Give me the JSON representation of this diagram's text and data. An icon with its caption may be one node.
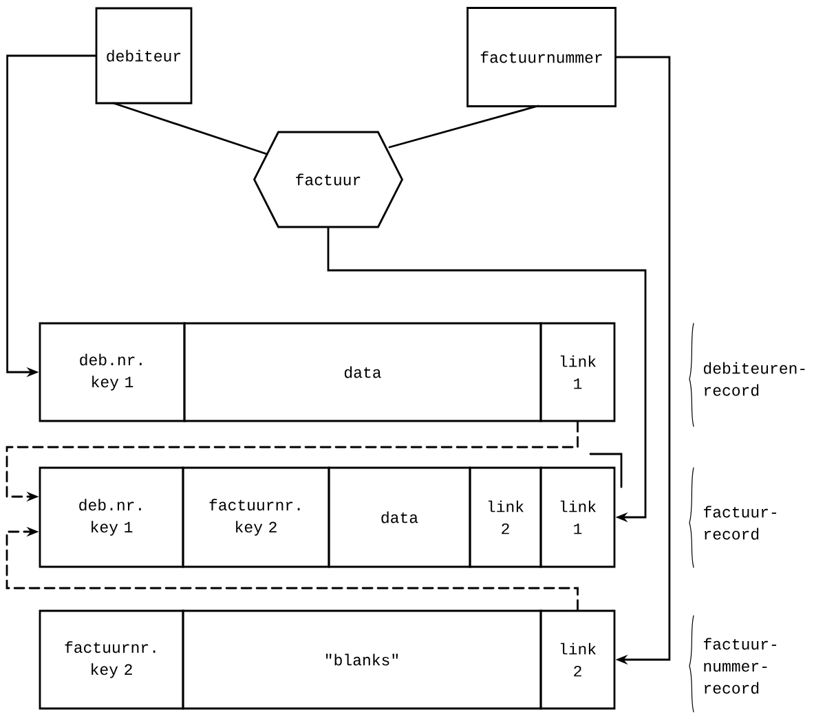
{
  "diagram": {
    "nodes": [
      {
        "text": [
          "debiteur"
        ]
      },
      {
        "text": [
          "factuurnummer"
        ]
      },
      {
        "text": [
          "factuur"
        ]
      },
      {
        "text": [
          "deb.nr. key 1"
        ]
      },
      {
        "text": [
          "data"
        ]
      },
      {
        "text": [
          "link 1"
        ]
      },
      {
        "text": [
          "deb.nr. key 1"
        ]
      },
      {
        "text": [
          "factuurnr. key 2"
        ]
      },
      {
        "text": [
          "data"
        ]
      },
      {
        "text": [
          "link 2"
        ]
      },
      {
        "text": [
          "link 1"
        ]
      },
      {
        "text": [
          "factuurnr. key 2"
        ]
      },
      {
        "text": [
          "\"blanks\""
        ]
      },
      {
        "text": [
          "link 2"
        ]
      }
    ],
    "edges": [
      {
        "from": 0,
        "to": 3,
        "arrow": "to"
      },
      {
        "from": 1,
        "to": 13,
        "arrow": "to"
      },
      {
        "from": 0,
        "to": 2,
        "arrow": "none"
      },
      {
        "from": 1,
        "to": 2,
        "arrow": "none"
      },
      {
        "from": 2,
        "to": 10,
        "arrow": "to"
      },
      {
        "from": 5,
        "to": 6,
        "arrow": "to",
        "style": "dashed"
      },
      {
        "from": 13,
        "to": 6,
        "arrow": "to",
        "style": "dashed"
      }
    ],
    "labels": [
      "debiteuren-record",
      "factuur-record",
      "factuur-nummer-record"
    ]
  }
}
